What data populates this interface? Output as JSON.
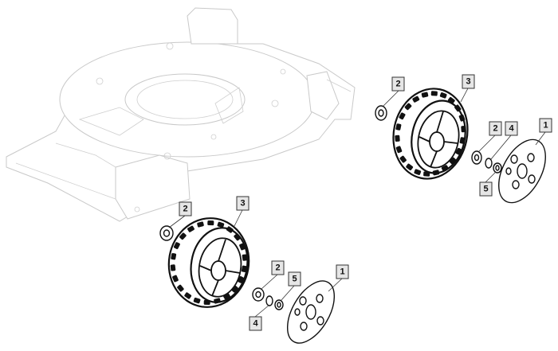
{
  "diagram": {
    "type": "exploded-parts-view",
    "colors": {
      "line": "#111111",
      "ghost_line": "#c9c9c9",
      "callout_fill": "#e6e6e6"
    },
    "callouts": [
      {
        "id": "rear-2-left",
        "label": "2"
      },
      {
        "id": "rear-3",
        "label": "3"
      },
      {
        "id": "rear-2-right",
        "label": "2"
      },
      {
        "id": "rear-4",
        "label": "4"
      },
      {
        "id": "rear-1",
        "label": "1"
      },
      {
        "id": "rear-5",
        "label": "5"
      },
      {
        "id": "front-2-left",
        "label": "2"
      },
      {
        "id": "front-3",
        "label": "3"
      },
      {
        "id": "front-2-right",
        "label": "2"
      },
      {
        "id": "front-5",
        "label": "5"
      },
      {
        "id": "front-1",
        "label": "1"
      },
      {
        "id": "front-4",
        "label": "4"
      }
    ]
  }
}
